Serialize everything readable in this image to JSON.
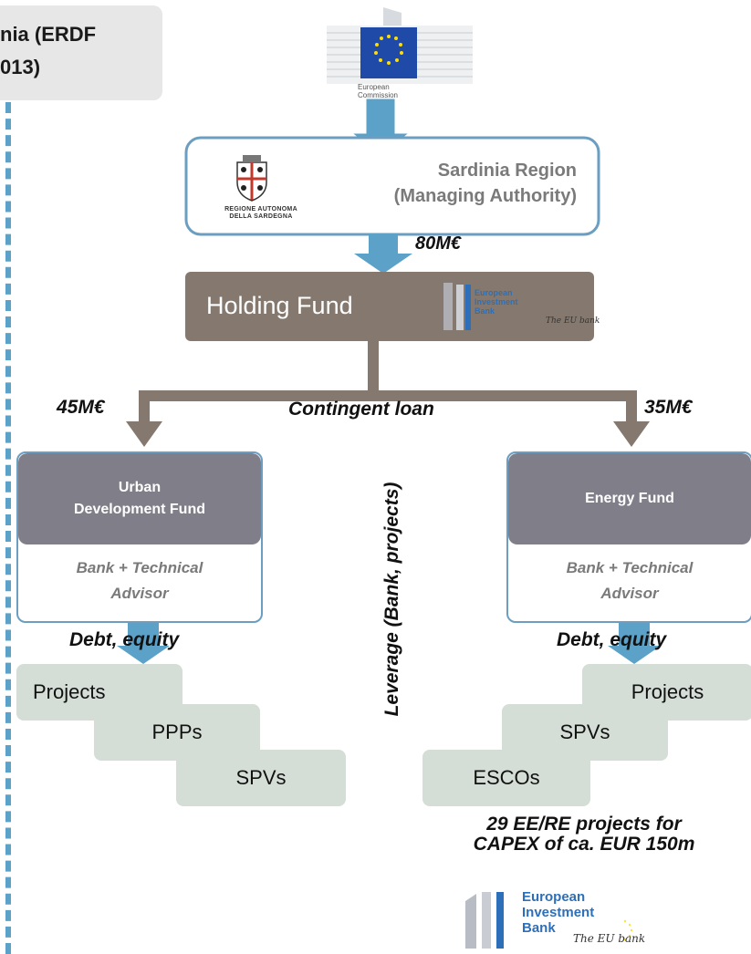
{
  "title": {
    "line1": "nia (ERDF",
    "line2": "013)"
  },
  "ec_logo": {
    "text_line1": "European",
    "text_line2": "Commission",
    "icon": "eu-flag-icon"
  },
  "region": {
    "line1": "Sardinia Region",
    "line2": "(Managing Authority)",
    "logo_line1": "REGIONE AUTONOMA",
    "logo_line2": "DELLA SARDEGNA",
    "logo_icon": "sardinia-coat-of-arms-icon"
  },
  "flow_80": "80M€",
  "holding_fund": {
    "label": "Holding Fund",
    "eib_line1": "European",
    "eib_line2": "Investment",
    "eib_line3": "Bank",
    "eib_motto": "The EU bank"
  },
  "split": {
    "left_amount": "45M€",
    "right_amount": "35M€",
    "label": "Contingent loan"
  },
  "urban_fund": {
    "line1": "Urban",
    "line2": "Development Fund",
    "advisor_line1": "Bank + Technical",
    "advisor_line2": "Advisor"
  },
  "energy_fund": {
    "label": "Energy Fund",
    "advisor_line1": "Bank + Technical",
    "advisor_line2": "Advisor"
  },
  "debt_equity": "Debt, equity",
  "leverage": "Leverage (Bank, projects)",
  "left_tiles": [
    "Projects",
    "PPPs",
    "SPVs"
  ],
  "right_tiles": [
    "Projects",
    "SPVs",
    "ESCOs"
  ],
  "summary": {
    "line1": "29 EE/RE projects for",
    "line2": "CAPEX of ca. EUR 150m"
  },
  "eib_logo": {
    "line1": "European",
    "line2": "Investment",
    "line3": "Bank",
    "motto": "The EU bank"
  },
  "colors": {
    "arrow_blue": "#5ba1c8",
    "border_blue": "#6b9ec0",
    "holding_brown": "#85796f",
    "connector_brown": "#85796f",
    "fund_header_grey": "#807e89",
    "tile_green": "#d4ddd6",
    "eu_blue": "#1f4aa8",
    "eu_yellow": "#ffdd00",
    "eib_blue": "#2d6fb8"
  }
}
